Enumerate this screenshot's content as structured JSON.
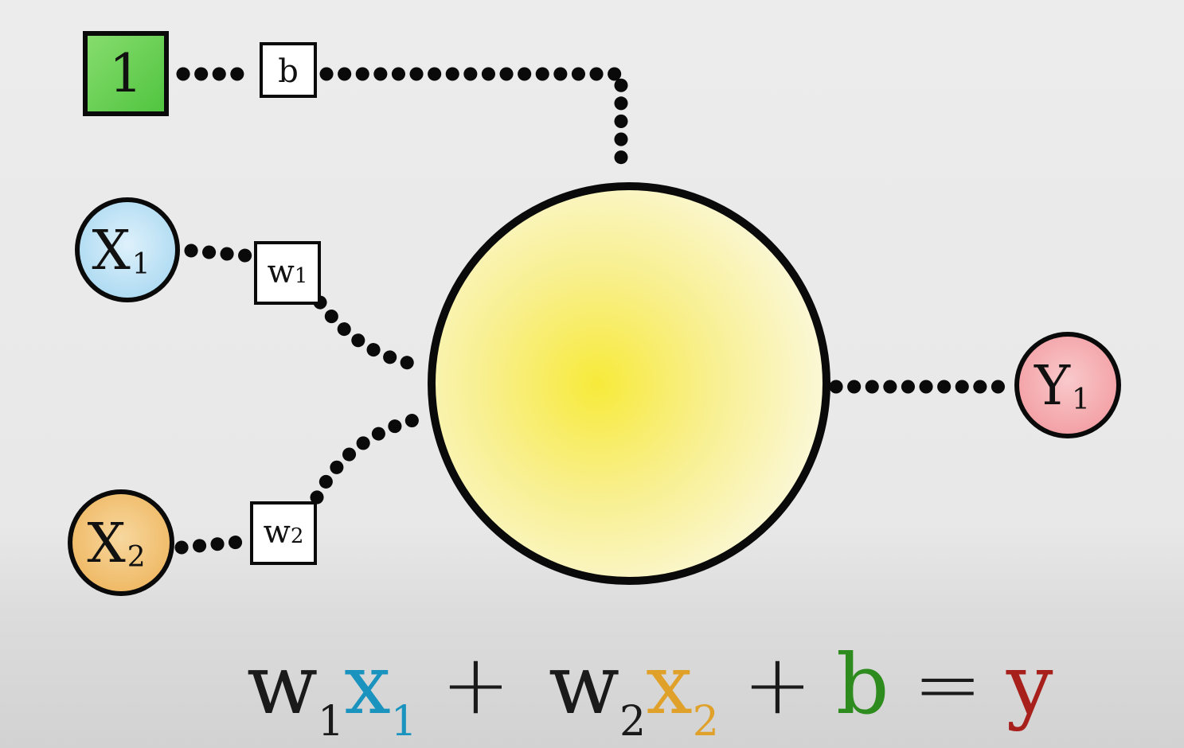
{
  "diagram": {
    "bias_input": {
      "label": "1",
      "fill": "#5fcf4f"
    },
    "bias_weight": {
      "label": "b"
    },
    "input_1": {
      "label": "X",
      "sub": "1",
      "fill": "#b6def3"
    },
    "input_2": {
      "label": "X",
      "sub": "2",
      "fill": "#f1c27a"
    },
    "weight_1": {
      "label": "w",
      "sub": "1"
    },
    "weight_2": {
      "label": "w",
      "sub": "2"
    },
    "neuron": {
      "fill": "#f7ea62"
    },
    "output": {
      "label": "Y",
      "sub": "1",
      "fill": "#f4a7ab"
    }
  },
  "equation": {
    "w1": "w",
    "w1_sub": "1",
    "x1": "x",
    "x1_sub": "1",
    "plus1": "+",
    "w2": "w",
    "w2_sub": "2",
    "x2": "x",
    "x2_sub": "2",
    "plus2": "+",
    "b": "b",
    "equals": "=",
    "y": "y",
    "colors": {
      "weight": "#1a1a1a",
      "x1": "#1a94bf",
      "x2": "#e0a12a",
      "b": "#2e8b1e",
      "y": "#a8201c"
    }
  }
}
